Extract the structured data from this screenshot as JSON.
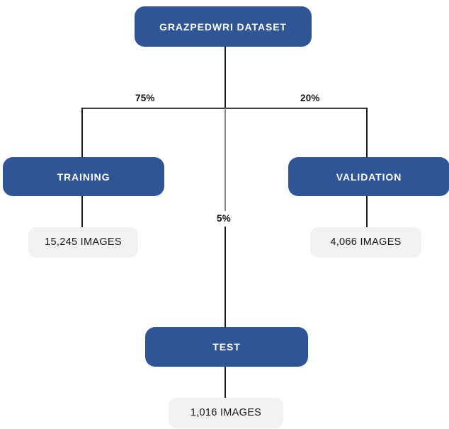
{
  "diagram": {
    "title": "GRAZPEDWRI DATASET split",
    "colors": {
      "node_blue": "#2F5597",
      "node_grey": "#F2F2F2",
      "line": "#1A1A1A",
      "text_on_blue": "#FFFFFF",
      "text_on_grey": "#171717",
      "background": "#FFFFFF"
    },
    "root": {
      "label": "GRAZPEDWRI DATASET"
    },
    "branches": [
      {
        "key": "training",
        "percent": "75%",
        "node_label": "TRAINING",
        "count_label": "15,245 IMAGES"
      },
      {
        "key": "test",
        "percent": "5%",
        "node_label": "TEST",
        "count_label": "1,016 IMAGES"
      },
      {
        "key": "validation",
        "percent": "20%",
        "node_label": "VALIDATION",
        "count_label": "4,066 IMAGES"
      }
    ]
  }
}
